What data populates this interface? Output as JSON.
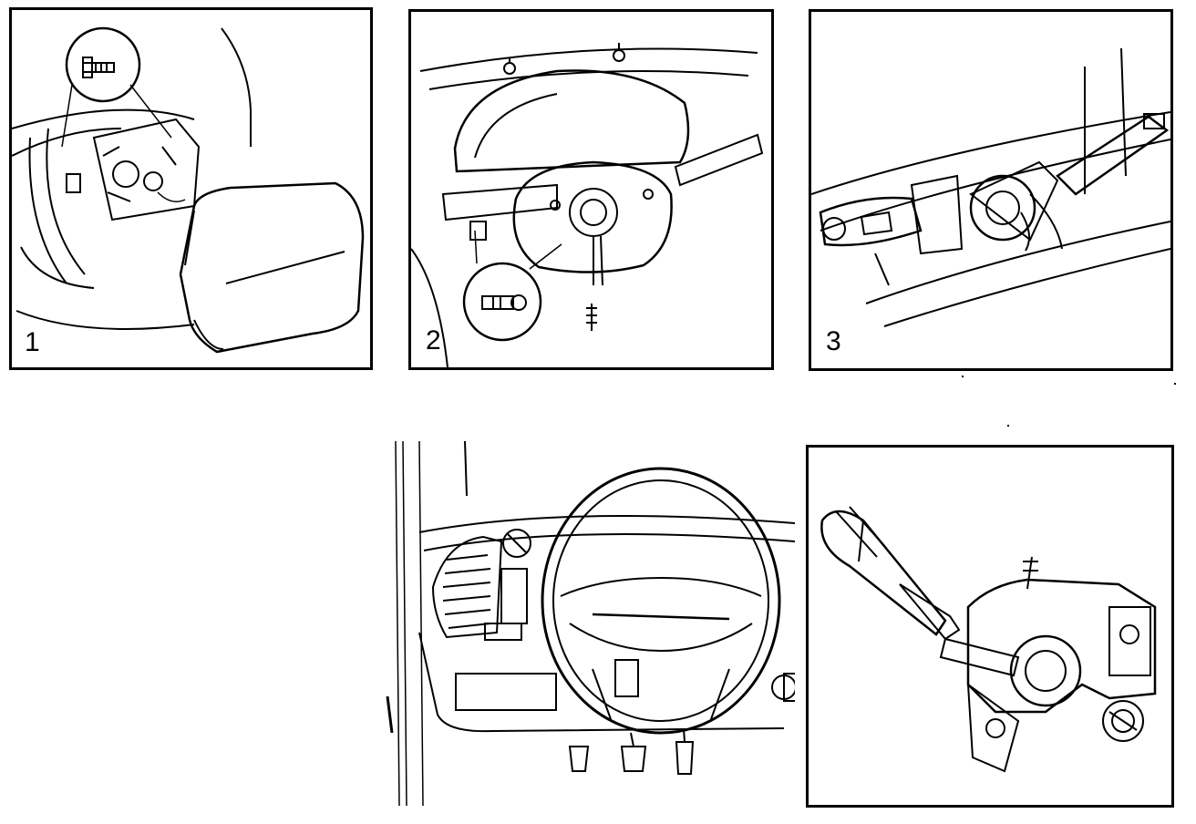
{
  "figure": {
    "panels": [
      {
        "id": "panel-1",
        "step": "1"
      },
      {
        "id": "panel-2",
        "step": "2"
      },
      {
        "id": "panel-3",
        "step": "3"
      }
    ]
  }
}
